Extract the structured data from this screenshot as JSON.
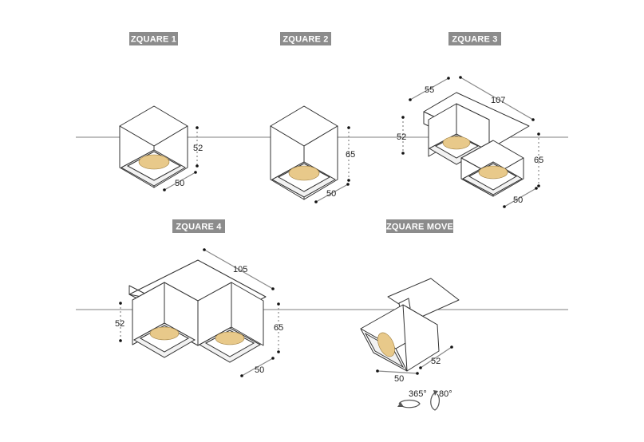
{
  "products": [
    {
      "label": "ZQUARE 1",
      "dims": {
        "height": "52",
        "width": "50"
      }
    },
    {
      "label": "ZQUARE 2",
      "dims": {
        "height": "65",
        "width": "50"
      }
    },
    {
      "label": "ZQUARE 3",
      "dims": {
        "depth": "55",
        "length": "107",
        "height_left": "52",
        "height_right": "65",
        "width": "50"
      }
    },
    {
      "label": "ZQUARE 4",
      "dims": {
        "length": "105",
        "height_left": "52",
        "height_right": "65",
        "width": "50"
      }
    },
    {
      "label": "ZQUARE MOVE",
      "dims": {
        "width": "50",
        "depth": "52"
      },
      "rotation": {
        "pan": "365°",
        "tilt": "80°"
      }
    }
  ]
}
